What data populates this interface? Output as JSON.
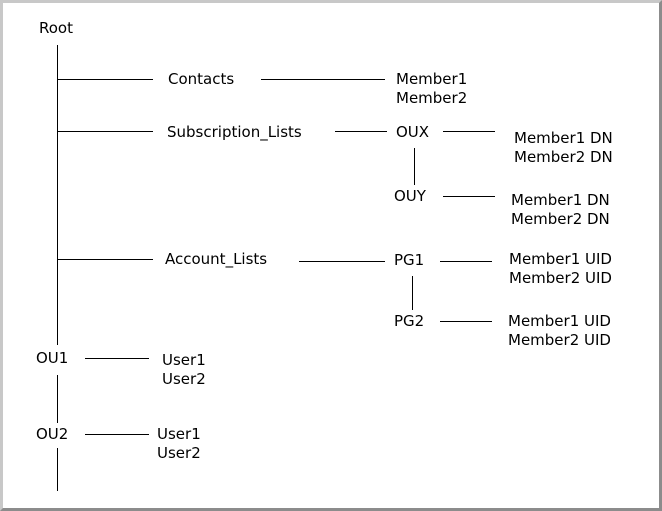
{
  "tree": {
    "root": "Root",
    "contacts": {
      "label": "Contacts",
      "members": [
        "Member1",
        "Member2"
      ]
    },
    "subscription_lists": {
      "label": "Subscription_Lists",
      "oux": {
        "label": "OUX",
        "members": [
          "Member1 DN",
          "Member2 DN"
        ]
      },
      "ouy": {
        "label": "OUY",
        "members": [
          "Member1 DN",
          "Member2 DN"
        ]
      }
    },
    "account_lists": {
      "label": "Account_Lists",
      "pg1": {
        "label": "PG1",
        "members": [
          "Member1 UID",
          "Member2 UID"
        ]
      },
      "pg2": {
        "label": "PG2",
        "members": [
          "Member1 UID",
          "Member2 UID"
        ]
      }
    },
    "ou1": {
      "label": "OU1",
      "users": [
        "User1",
        "User2"
      ]
    },
    "ou2": {
      "label": "OU2",
      "users": [
        "User1",
        "User2"
      ]
    }
  }
}
